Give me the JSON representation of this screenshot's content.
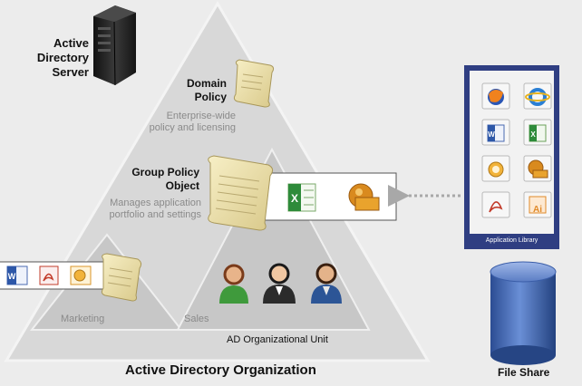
{
  "server": {
    "title": "Active Directory Server",
    "title_line1": "Active Directory",
    "title_line2": "Server"
  },
  "domain_policy": {
    "title_line1": "Domain",
    "title_line2": "Policy",
    "desc_line1": "Enterprise-wide",
    "desc_line2": "policy and licensing"
  },
  "gpo": {
    "title_line1": "Group Policy",
    "title_line2": "Object",
    "desc_line1": "Manages application",
    "desc_line2": "portfolio and settings",
    "apps": [
      "excel-icon",
      "hardware-app-icon"
    ]
  },
  "marketing": {
    "label": "Marketing",
    "apps": [
      "word-icon",
      "acrobat-icon",
      "outlook-icon"
    ]
  },
  "sales": {
    "label": "Sales",
    "users": [
      "user-female-icon",
      "user-male-dark-icon",
      "user-male-blue-icon"
    ]
  },
  "ou_label": "AD Organizational Unit",
  "organization_label": "Active Directory Organization",
  "app_library": {
    "label": "Application Library",
    "tiles": [
      "firefox-icon",
      "internet-explorer-icon",
      "word-icon",
      "excel-icon",
      "outlook-icon",
      "hardware-app-icon",
      "acrobat-icon",
      "illustrator-icon"
    ],
    "illustrator_text": "Ai"
  },
  "file_share": {
    "label": "File Share"
  },
  "colors": {
    "background": "#ececec",
    "pyramid": "#d8d8d8",
    "inner": "#c7c7c7",
    "arrow": "#a8a8a8",
    "library_frame": "#2f3e82",
    "cylinder": "#4a6db3"
  }
}
